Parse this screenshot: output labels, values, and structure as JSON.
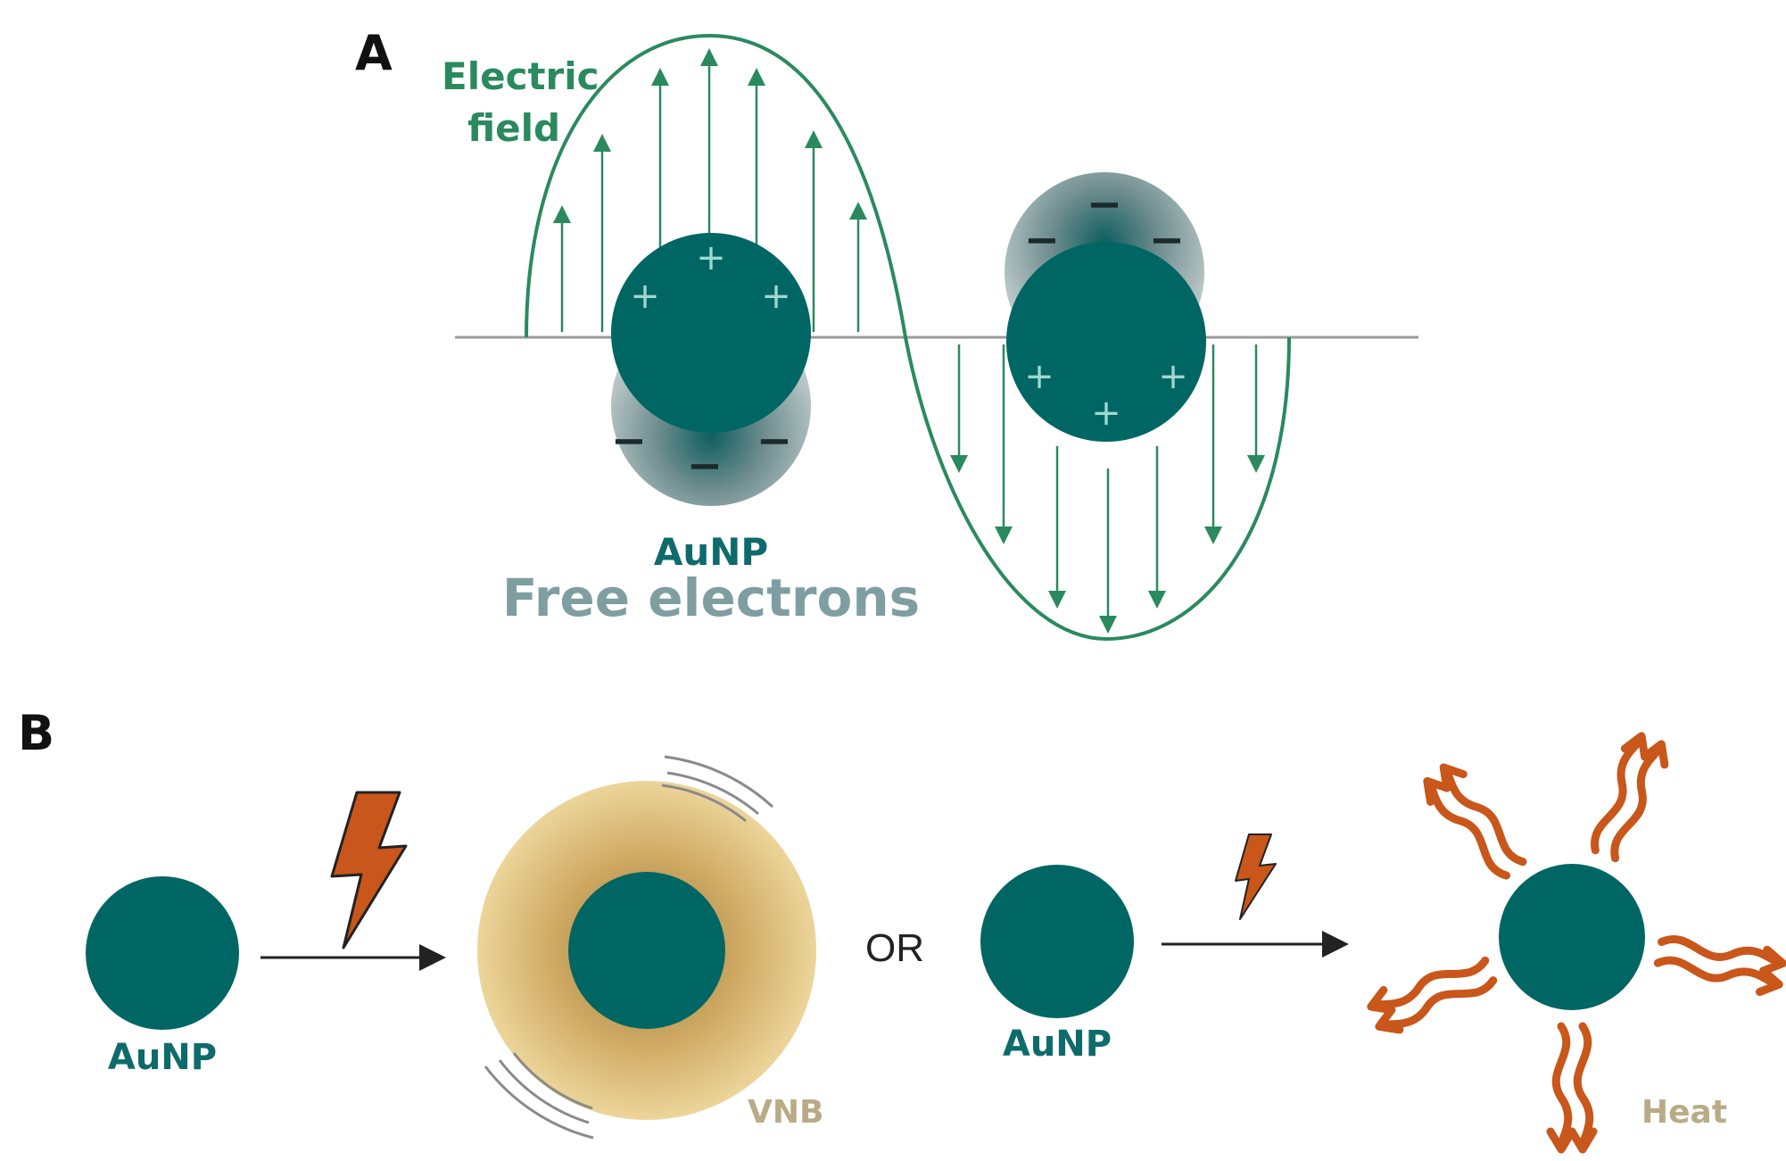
{
  "panel_a": {
    "label": "A",
    "field_label_line1": "Electric",
    "field_label_line2": "field",
    "particle_label": "AuNP",
    "electrons_label": "Free electrons",
    "plus_sign": "+",
    "minus_sign": "−"
  },
  "panel_b": {
    "label": "B",
    "aunp_label_1": "AuNP",
    "vnb_label": "VNB",
    "or_label": "OR",
    "aunp_label_2": "AuNP",
    "heat_label": "Heat"
  },
  "colors": {
    "teal": "#006664",
    "field_green": "#2a8a5e",
    "electron_cloud": "#b9c6c6",
    "vnb_gold": "#e3c27a",
    "heat_orange": "#c9561a",
    "axis_gray": "#9a9a9a"
  },
  "icons": {
    "lightning": "lightning-bolt-icon",
    "heat_arrow": "wavy-heat-arrow-icon"
  }
}
